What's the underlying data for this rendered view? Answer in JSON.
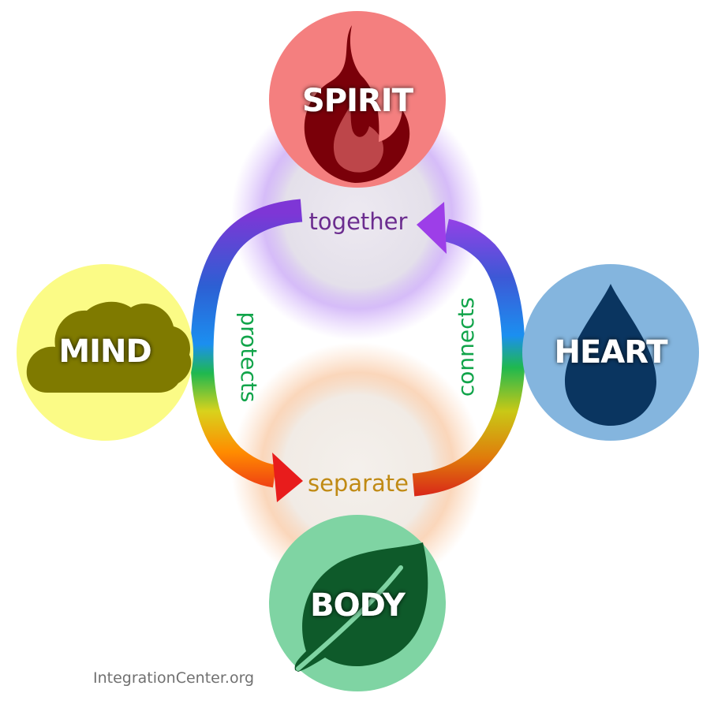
{
  "nodes": {
    "spirit": {
      "label": "SPIRIT",
      "icon": "flame-icon",
      "color": "#f47f7f",
      "icon_color": "#7a0009"
    },
    "mind": {
      "label": "MIND",
      "icon": "cloud-icon",
      "color": "#fbfb86",
      "icon_color": "#7f7a00"
    },
    "heart": {
      "label": "HEART",
      "icon": "water-drop-icon",
      "color": "#84b5de",
      "icon_color": "#0a3560"
    },
    "body": {
      "label": "BODY",
      "icon": "leaf-icon",
      "color": "#7fd4a3",
      "icon_color": "#0e5a2a"
    }
  },
  "flows": {
    "together": {
      "label": "together",
      "color": "#6b2c8f"
    },
    "separate": {
      "label": "separate",
      "color": "#c08a14"
    },
    "protects": {
      "label": "protects",
      "color": "#11a44a"
    },
    "connects": {
      "label": "connects",
      "color": "#11a44a"
    }
  },
  "credit": "IntegrationCenter.org"
}
